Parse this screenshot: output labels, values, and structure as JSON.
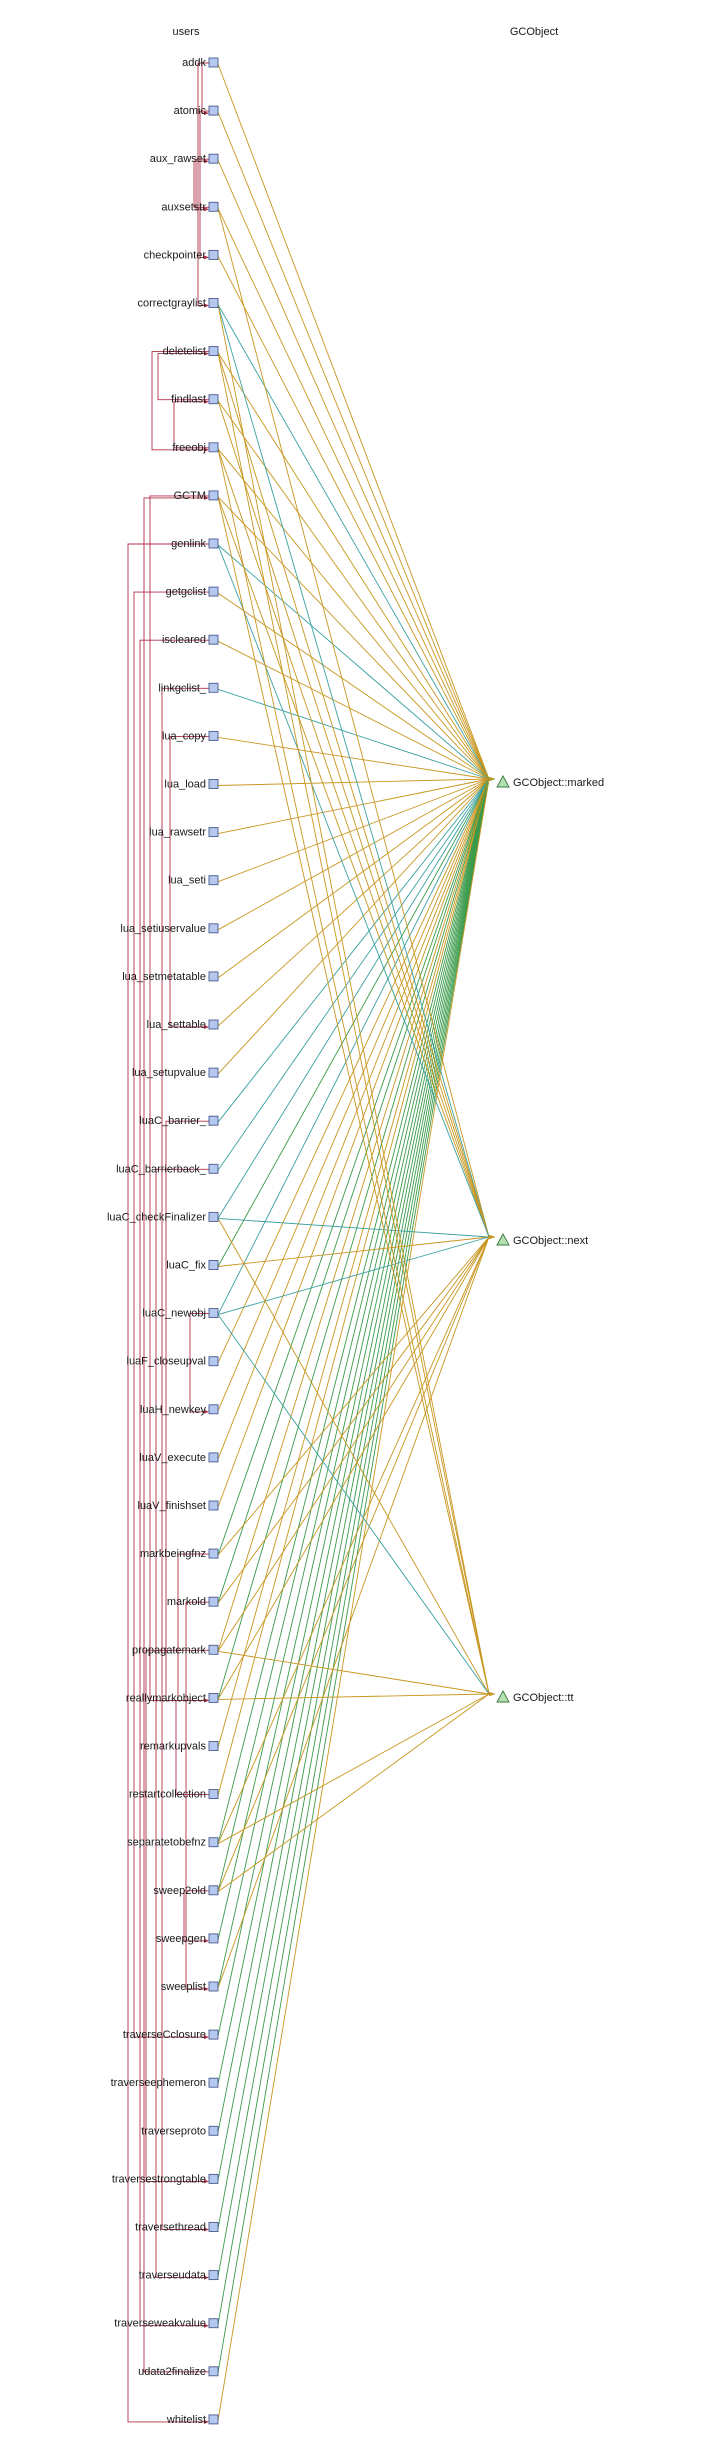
{
  "columns": {
    "users": "users",
    "gcobject": "GCObject"
  },
  "users": [
    "addk",
    "atomic",
    "aux_rawset",
    "auxsetstr",
    "checkpointer",
    "correctgraylist",
    "deletelist",
    "findlast",
    "freeobj",
    "GCTM",
    "genlink",
    "getgclist",
    "iscleared",
    "linkgclist_",
    "lua_copy",
    "lua_load",
    "lua_rawsetr",
    "lua_seti",
    "lua_setiuservalue",
    "lua_setmetatable",
    "lua_settable",
    "lua_setupvalue",
    "luaC_barrier_",
    "luaC_barrierback_",
    "luaC_checkFinalizer",
    "luaC_fix",
    "luaC_newobj",
    "luaF_closeupval",
    "luaH_newkey",
    "luaV_execute",
    "luaV_finishset",
    "markbeingfnz",
    "markold",
    "propagatemark",
    "reallymarkobject",
    "remarkupvals",
    "restartcollection",
    "separatetobefnz",
    "sweep2old",
    "sweepgen",
    "sweeplist",
    "traverseCclosure",
    "traverseephemeron",
    "traverseproto",
    "traversestrongtable",
    "traversethread",
    "traverseudata",
    "traverseweakvalue",
    "udata2finalize",
    "whitelist"
  ],
  "fields": [
    {
      "label": "GCObject::marked"
    },
    {
      "label": "GCObject::next"
    },
    {
      "label": "GCObject::tt"
    }
  ],
  "colors": {
    "read_edge": "#c8961e",
    "write_edge": "#3aa0a0",
    "readwrite_edge": "#3a9a4a",
    "call_edge": "#b03048",
    "node_fill": "#b4c8f0",
    "node_stroke": "#4a5a8a",
    "field_fill": "#b4e0b4",
    "field_stroke": "#3a7a3a"
  }
}
